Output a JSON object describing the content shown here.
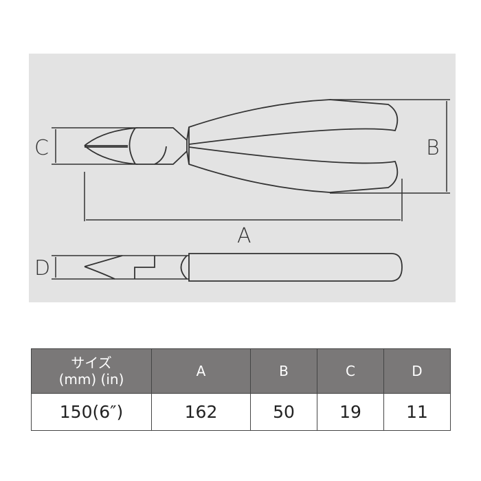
{
  "diagram": {
    "labels": {
      "a": "A",
      "b": "B",
      "c": "C",
      "d": "D"
    },
    "background_color": "#e3e3e3",
    "line_color": "#333333"
  },
  "table": {
    "headers": [
      "サイズ",
      "(mm) (in)",
      "A",
      "B",
      "C",
      "D"
    ],
    "rows": [
      [
        "150(6″)",
        "162",
        "50",
        "19",
        "11"
      ]
    ],
    "header_color": "#7a7878"
  }
}
